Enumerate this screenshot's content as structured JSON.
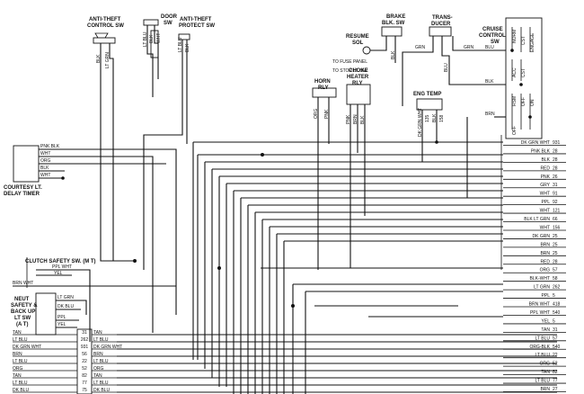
{
  "components": {
    "anti_theft_control_sw": [
      "ANTI-THEFT",
      "CONTROL SW"
    ],
    "door_sw": [
      "DOOR",
      "SW"
    ],
    "anti_theft_protect_sw": [
      "ANTI-THEFT",
      "PROTECT SW"
    ],
    "resume_sol": [
      "RESUME",
      "SOL"
    ],
    "brake_blk_sw": [
      "BRAKE",
      "BLK. SW"
    ],
    "transducer": [
      "TRANS-",
      "DUCER"
    ],
    "cruise_control_sw": [
      "CRUISE",
      "CONTROL",
      "SW"
    ],
    "horn_rly": [
      "HORN",
      "RLY"
    ],
    "choke_heater_rly": [
      "CHOKE",
      "HEATER",
      "RLY"
    ],
    "eng_temp": "ENG TEMP",
    "courtesy_lt_delay_timer": [
      "COURTESY LT.",
      "DELAY TIMER"
    ],
    "clutch_safety_sw": "CLUTCH SAFETY SW. (M T)",
    "neut_safety_sw": [
      "NEUT",
      "SAFETY &",
      "BACK UP",
      "LT SW",
      "(A T)"
    ]
  },
  "notes": {
    "to_fuse_panel": "TO FUSE PANEL",
    "to_stop_lt_sw": "TO STOP LT. SW"
  },
  "switch_positions": [
    "NORM",
    "CST",
    "ENGAGE",
    "ACC",
    "CST",
    "RSM",
    "OFF",
    "ON",
    "OFF"
  ],
  "top_wire_labels": {
    "anti_theft_ctrl": [
      "BLK",
      "LT GRN"
    ],
    "door": [
      "LT BLU",
      "BLK",
      "WHT"
    ],
    "protect": [
      "LT BLU",
      "BLK"
    ],
    "brake": [
      "GRN",
      "BLK"
    ],
    "horn": [
      "ORG",
      "PNK"
    ],
    "choke": [
      "PNK",
      "BRN",
      "BLK"
    ],
    "eng_temp": [
      "DK GRN WHT",
      "135",
      "BLK",
      "158"
    ],
    "cruise": [
      "GRN",
      "BLU",
      "BLU",
      "BLK",
      "BRN"
    ]
  },
  "timer_wires": [
    "PNK BLK",
    "WHT",
    "ORG",
    "BLK",
    "WHT"
  ],
  "clutch_wires": [
    "PPL WHT",
    "YEL"
  ],
  "left_wires": [
    "BRN WHT"
  ],
  "neut_wires": [
    "LT GRN",
    "DK BLU",
    "PPL",
    "YEL"
  ],
  "right_wires": [
    {
      "label": "DK GRN WHT",
      "num": "931"
    },
    {
      "label": "PNK BLK",
      "num": "28"
    },
    {
      "label": "BLK",
      "num": "28"
    },
    {
      "label": "RED",
      "num": "28"
    },
    {
      "label": "PNK",
      "num": "26"
    },
    {
      "label": "GRY",
      "num": "31"
    },
    {
      "label": "WHT",
      "num": "91"
    },
    {
      "label": "PPL",
      "num": "92"
    },
    {
      "label": "WHT",
      "num": "121"
    },
    {
      "label": "BLK LT GRN",
      "num": "66"
    },
    {
      "label": "WHT",
      "num": "156"
    },
    {
      "label": "DK GRN",
      "num": "25"
    },
    {
      "label": "BRN",
      "num": "25"
    },
    {
      "label": "BRN",
      "num": "25"
    },
    {
      "label": "RED",
      "num": "28"
    },
    {
      "label": "ORG",
      "num": "57"
    },
    {
      "label": "BLK-WHT",
      "num": "58"
    },
    {
      "label": "LT GRN",
      "num": "262"
    },
    {
      "label": "PPL",
      "num": "5"
    },
    {
      "label": "BRN WHT",
      "num": "418"
    },
    {
      "label": "PPL WHT",
      "num": "540"
    },
    {
      "label": "YEL",
      "num": "5"
    },
    {
      "label": "TAN",
      "num": "31"
    },
    {
      "label": "LT BLU",
      "num": "57"
    },
    {
      "label": "ORG-BLK",
      "num": "540"
    },
    {
      "label": "LT BLU",
      "num": "22"
    },
    {
      "label": "ORG",
      "num": "52"
    },
    {
      "label": "TAN",
      "num": "82"
    },
    {
      "label": "LT BLU",
      "num": "77"
    },
    {
      "label": "BRN",
      "num": "27"
    }
  ],
  "bottom_rows": [
    {
      "left": "TAN",
      "num": "31",
      "right": "TAN"
    },
    {
      "left": "LT BLU",
      "num": "262",
      "right": "LT BLU"
    },
    {
      "left": "DK GRN WHT",
      "num": "931",
      "right": "DK GRN WHT"
    },
    {
      "left": "BRN",
      "num": "56",
      "right": "BRN"
    },
    {
      "left": "LT BLU",
      "num": "22",
      "right": "LT BLU"
    },
    {
      "left": "ORG",
      "num": "52",
      "right": "ORG"
    },
    {
      "left": "TAN",
      "num": "82",
      "right": "TAN"
    },
    {
      "left": "LT BLU",
      "num": "77",
      "right": "LT BLU"
    },
    {
      "left": "DK BLU",
      "num": "75",
      "right": "DK BLU"
    }
  ]
}
